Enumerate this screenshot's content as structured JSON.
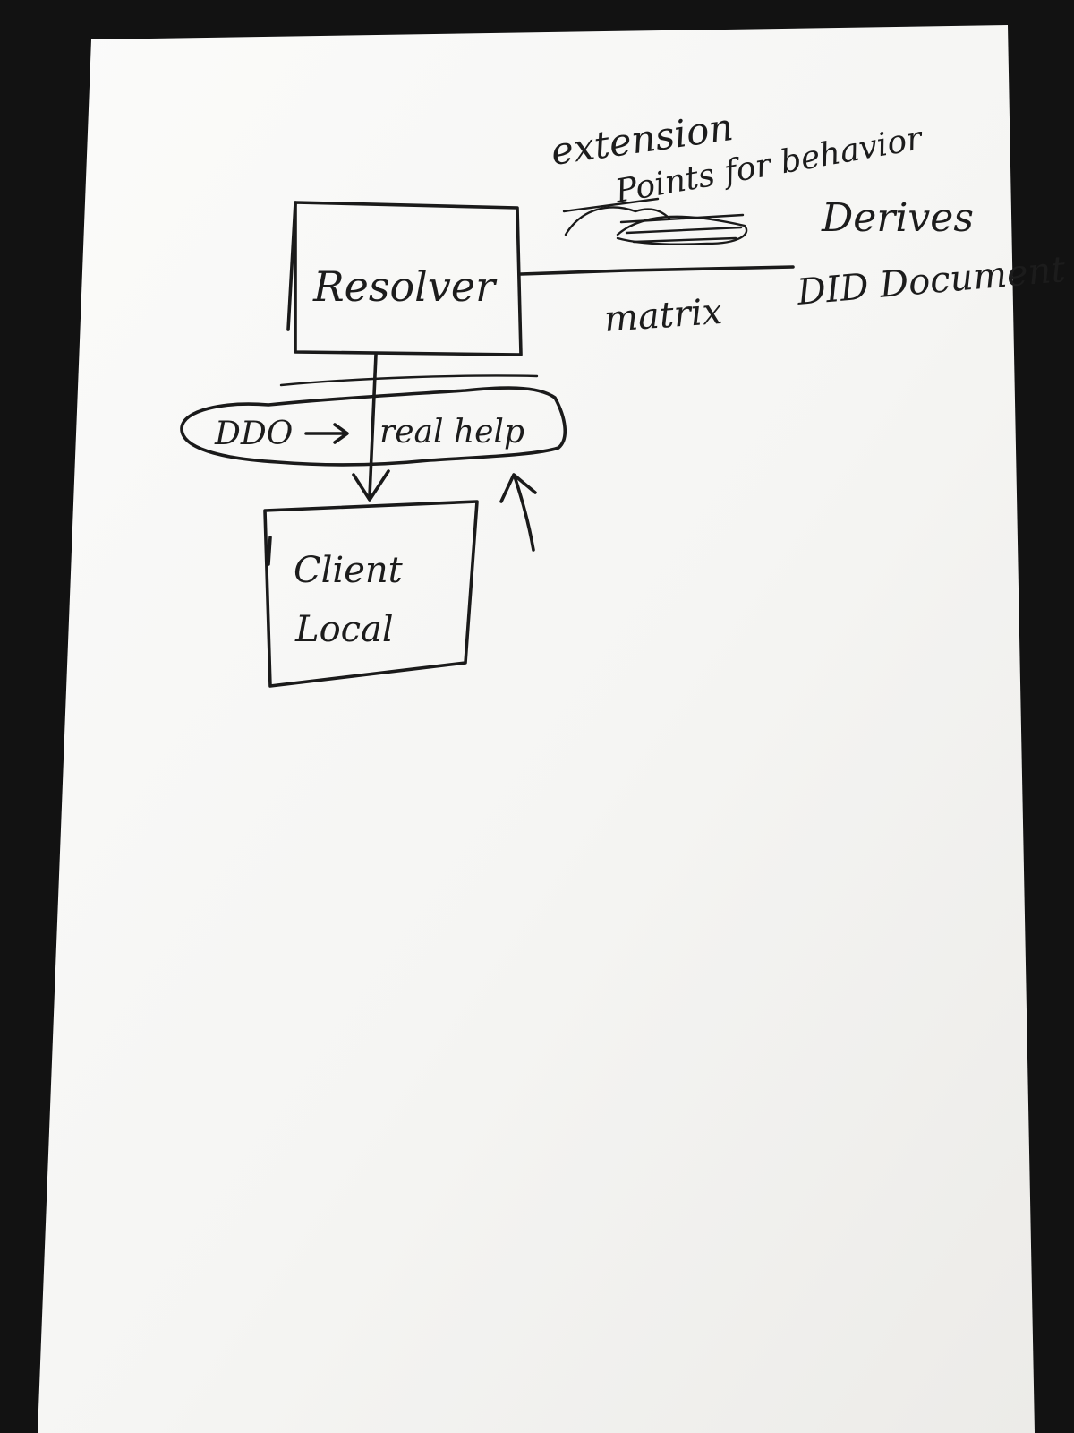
{
  "scene": {
    "description_free": true,
    "paper_color": "#f7f7f5",
    "ink_color": "#1a1a1a",
    "background_color": "#111111"
  },
  "diagram": {
    "resolver_box": {
      "label": "Resolver"
    },
    "client_box": {
      "label_line1": "Client",
      "label_line2": "Local"
    },
    "cloud_annotation": {
      "left": "DDO",
      "right": "real help"
    },
    "connector_label_below": "matrix",
    "top_right_notes": {
      "line1": "extension",
      "line2": "Points for behavior",
      "line3": "Derives",
      "line4": "DID Document"
    }
  }
}
